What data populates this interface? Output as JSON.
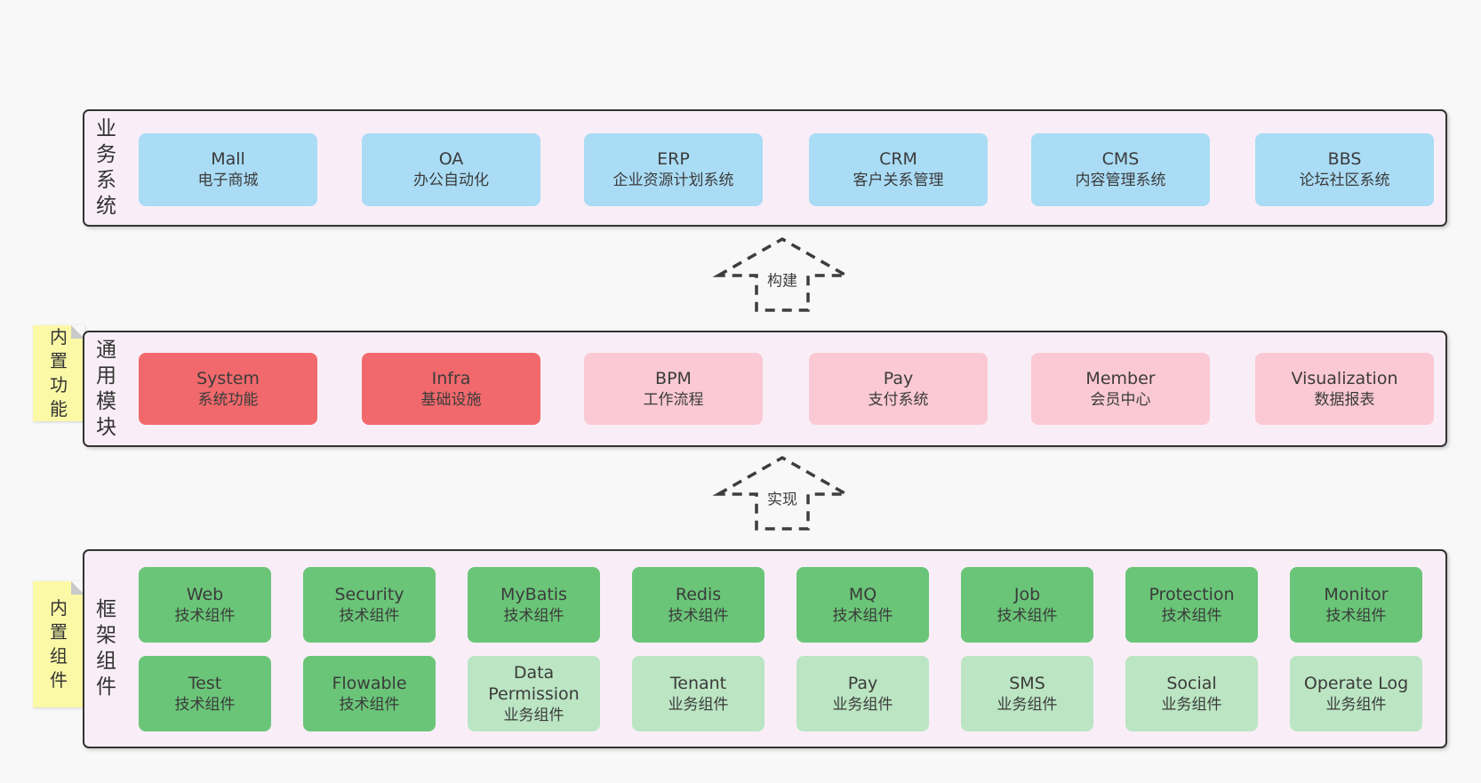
{
  "diagram": {
    "title": "architecture-layers",
    "layers": [
      {
        "name": "business-systems",
        "side_label": "业务系统",
        "boxes": [
          {
            "en": "Mall",
            "zh": "电子商城",
            "variant": "blue"
          },
          {
            "en": "OA",
            "zh": "办公自动化",
            "variant": "blue"
          },
          {
            "en": "ERP",
            "zh": "企业资源计划系统",
            "variant": "blue"
          },
          {
            "en": "CRM",
            "zh": "客户关系管理",
            "variant": "blue"
          },
          {
            "en": "CMS",
            "zh": "内容管理系统",
            "variant": "blue"
          },
          {
            "en": "BBS",
            "zh": "论坛社区系统",
            "variant": "blue"
          }
        ]
      },
      {
        "name": "common-modules",
        "side_label": "通用模块",
        "note": "内置功能",
        "boxes": [
          {
            "en": "System",
            "zh": "系统功能",
            "variant": "red"
          },
          {
            "en": "Infra",
            "zh": "基础设施",
            "variant": "red"
          },
          {
            "en": "BPM",
            "zh": "工作流程",
            "variant": "pink"
          },
          {
            "en": "Pay",
            "zh": "支付系统",
            "variant": "pink"
          },
          {
            "en": "Member",
            "zh": "会员中心",
            "variant": "pink"
          },
          {
            "en": "Visualization",
            "zh": "数据报表",
            "variant": "pink"
          }
        ]
      },
      {
        "name": "framework-components",
        "side_label": "框架组件",
        "note": "内置组件",
        "rows": [
          [
            {
              "en": "Web",
              "zh": "技术组件",
              "variant": "green"
            },
            {
              "en": "Security",
              "zh": "技术组件",
              "variant": "green"
            },
            {
              "en": "MyBatis",
              "zh": "技术组件",
              "variant": "green"
            },
            {
              "en": "Redis",
              "zh": "技术组件",
              "variant": "green"
            },
            {
              "en": "MQ",
              "zh": "技术组件",
              "variant": "green"
            },
            {
              "en": "Job",
              "zh": "技术组件",
              "variant": "green"
            },
            {
              "en": "Protection",
              "zh": "技术组件",
              "variant": "green"
            },
            {
              "en": "Monitor",
              "zh": "技术组件",
              "variant": "green"
            }
          ],
          [
            {
              "en": "Test",
              "zh": "技术组件",
              "variant": "green"
            },
            {
              "en": "Flowable",
              "zh": "技术组件",
              "variant": "green"
            },
            {
              "en": "Data Permission",
              "zh": "业务组件",
              "variant": "light-green"
            },
            {
              "en": "Tenant",
              "zh": "业务组件",
              "variant": "light-green"
            },
            {
              "en": "Pay",
              "zh": "业务组件",
              "variant": "light-green"
            },
            {
              "en": "SMS",
              "zh": "业务组件",
              "variant": "light-green"
            },
            {
              "en": "Social",
              "zh": "业务组件",
              "variant": "light-green"
            },
            {
              "en": "Operate Log",
              "zh": "业务组件",
              "variant": "light-green"
            }
          ]
        ]
      }
    ],
    "arrows": [
      {
        "label": "构建"
      },
      {
        "label": "实现"
      }
    ],
    "colors": {
      "background": "#f8f8f8",
      "container_fill": "#f9eef7",
      "container_border": "#333333",
      "blue": "#aadcf5",
      "red": "#f1696c",
      "pink": "#fbc9d3",
      "green": "#6ac578",
      "light_green": "#bbe5c3",
      "note_fill": "#fbf9a6",
      "note_fold": "#c9c9c9",
      "text": "#3b3b3b",
      "arrow": "#3d3d3d"
    }
  }
}
